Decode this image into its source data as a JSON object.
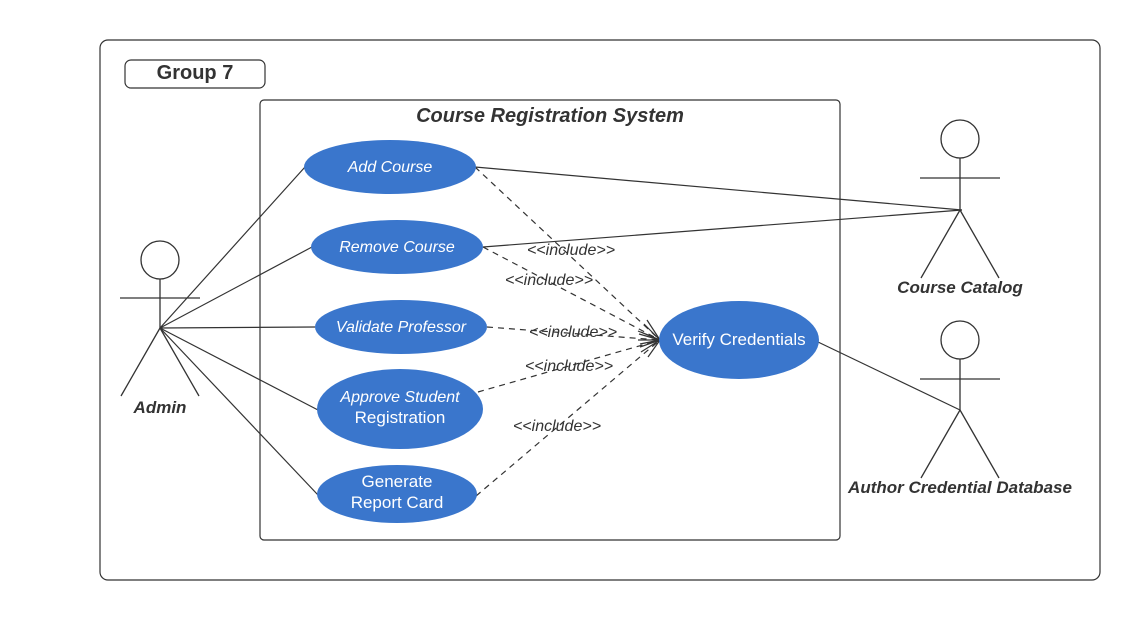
{
  "group_label": "Group 7",
  "system_title": "Course Registration System",
  "colors": {
    "usecase_fill": "#3a76cc",
    "line": "#333333"
  },
  "use_cases": [
    {
      "id": "add",
      "lines": [
        "Add Course"
      ]
    },
    {
      "id": "remove",
      "lines": [
        "Remove Course"
      ]
    },
    {
      "id": "validate",
      "lines": [
        "Validate  Professor"
      ]
    },
    {
      "id": "approve",
      "lines": [
        "Approve Student",
        "Registration"
      ]
    },
    {
      "id": "generate",
      "lines": [
        "Generate",
        "Report Card"
      ]
    },
    {
      "id": "verify",
      "lines": [
        "Verify Credentials"
      ]
    }
  ],
  "actors": [
    {
      "id": "admin",
      "label": "Admin"
    },
    {
      "id": "catalog",
      "label": "Course Catalog"
    },
    {
      "id": "authdb",
      "label": "Author Credential Database"
    }
  ],
  "associations": [
    [
      "admin",
      "add"
    ],
    [
      "admin",
      "remove"
    ],
    [
      "admin",
      "validate"
    ],
    [
      "admin",
      "approve"
    ],
    [
      "admin",
      "generate"
    ],
    [
      "catalog",
      "add"
    ],
    [
      "catalog",
      "remove"
    ],
    [
      "authdb",
      "verify"
    ]
  ],
  "includes": [
    {
      "from": "add",
      "to": "verify",
      "label": "<<include>>"
    },
    {
      "from": "remove",
      "to": "verify",
      "label": "<<include>>"
    },
    {
      "from": "validate",
      "to": "verify",
      "label": "<<include>>"
    },
    {
      "from": "approve",
      "to": "verify",
      "label": "<<include>>"
    },
    {
      "from": "generate",
      "to": "verify",
      "label": "<<include>>"
    }
  ]
}
